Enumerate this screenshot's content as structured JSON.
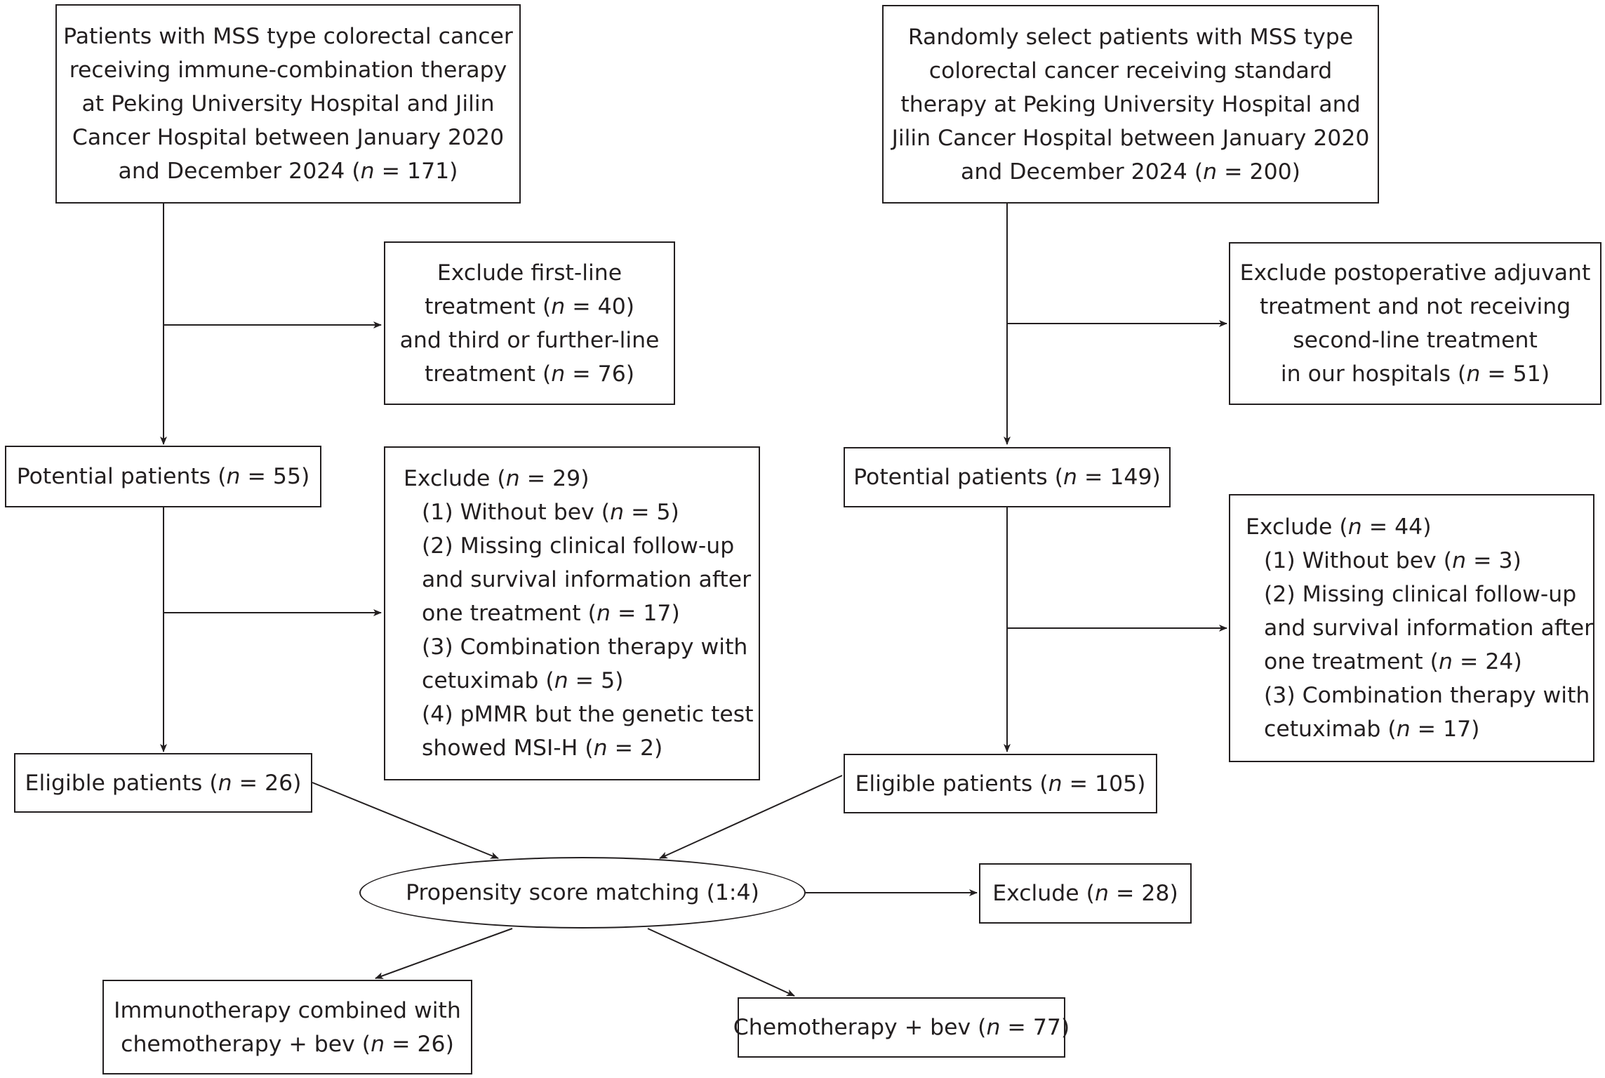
{
  "left": {
    "source": [
      "Patients with MSS type colorectal cancer",
      "receiving immune-combination therapy",
      "at Peking University Hospital and Jilin",
      "Cancer Hospital between January 2020",
      "and December 2024 (n = 171)"
    ],
    "exclude1": [
      "Exclude first-line",
      "treatment (n = 40)",
      "and third or further-line",
      "treatment (n = 76)"
    ],
    "potential": "Potential patients (n = 55)",
    "exclude2": {
      "title": "Exclude (n = 29)",
      "items": [
        "(1) Without bev (n = 5)",
        "(2) Missing clinical follow-up",
        "and survival information after",
        "one treatment (n = 17)",
        "(3) Combination therapy with",
        "cetuximab (n = 5)",
        "(4) pMMR but the genetic test",
        "showed MSI-H (n = 2)"
      ]
    },
    "eligible": "Eligible patients (n = 26)"
  },
  "right": {
    "source": [
      "Randomly select patients with MSS type",
      "colorectal cancer receiving standard",
      "therapy at Peking University Hospital and",
      "Jilin Cancer Hospital between January 2020",
      "and December 2024 (n = 200)"
    ],
    "exclude1": [
      "Exclude postoperative adjuvant",
      "treatment and not receiving",
      "second-line treatment",
      "in our hospitals (n = 51)"
    ],
    "potential": "Potential patients (n = 149)",
    "exclude2": {
      "title": "Exclude (n = 44)",
      "items": [
        "(1) Without bev (n = 3)",
        "(2) Missing clinical follow-up",
        "and survival information after",
        "one treatment (n = 24)",
        "(3) Combination therapy with",
        "cetuximab (n = 17)"
      ]
    },
    "eligible": "Eligible patients (n = 105)"
  },
  "psm": {
    "label": "Propensity score matching (1:4)",
    "exclude": "Exclude (n = 28)"
  },
  "outcomes": {
    "immuno": [
      "Immunotherapy combined with",
      "chemotherapy + bev (n = 26)"
    ],
    "chemo": "Chemotherapy + bev (n = 77)"
  }
}
